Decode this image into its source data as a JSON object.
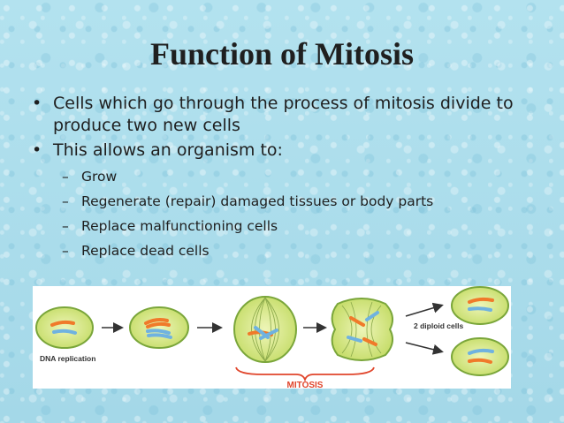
{
  "slide": {
    "title": "Function of Mitosis",
    "bullets": [
      {
        "marker": "•",
        "text": "Cells which go through the process of mitosis divide to produce two new cells"
      },
      {
        "marker": "•",
        "text": "This allows an organism to:"
      }
    ],
    "sub_bullets": [
      {
        "marker": "–",
        "text": "Grow"
      },
      {
        "marker": "–",
        "text": "Regenerate (repair) damaged tissues or body parts"
      },
      {
        "marker": "–",
        "text": "Replace malfunctioning cells"
      },
      {
        "marker": "–",
        "text": "Replace dead cells"
      }
    ]
  },
  "diagram": {
    "dna_label": "DNA replication",
    "diploid_label": "2 diploid cells",
    "mitosis_label": "MITOSIS",
    "colors": {
      "cell_fill": "#d8e98a",
      "cell_stroke": "#7aa63a",
      "chromosome_orange": "#f07a2a",
      "chromosome_blue": "#6fb2e0",
      "mitosis_red": "#e0452b",
      "arrow": "#333333"
    }
  }
}
